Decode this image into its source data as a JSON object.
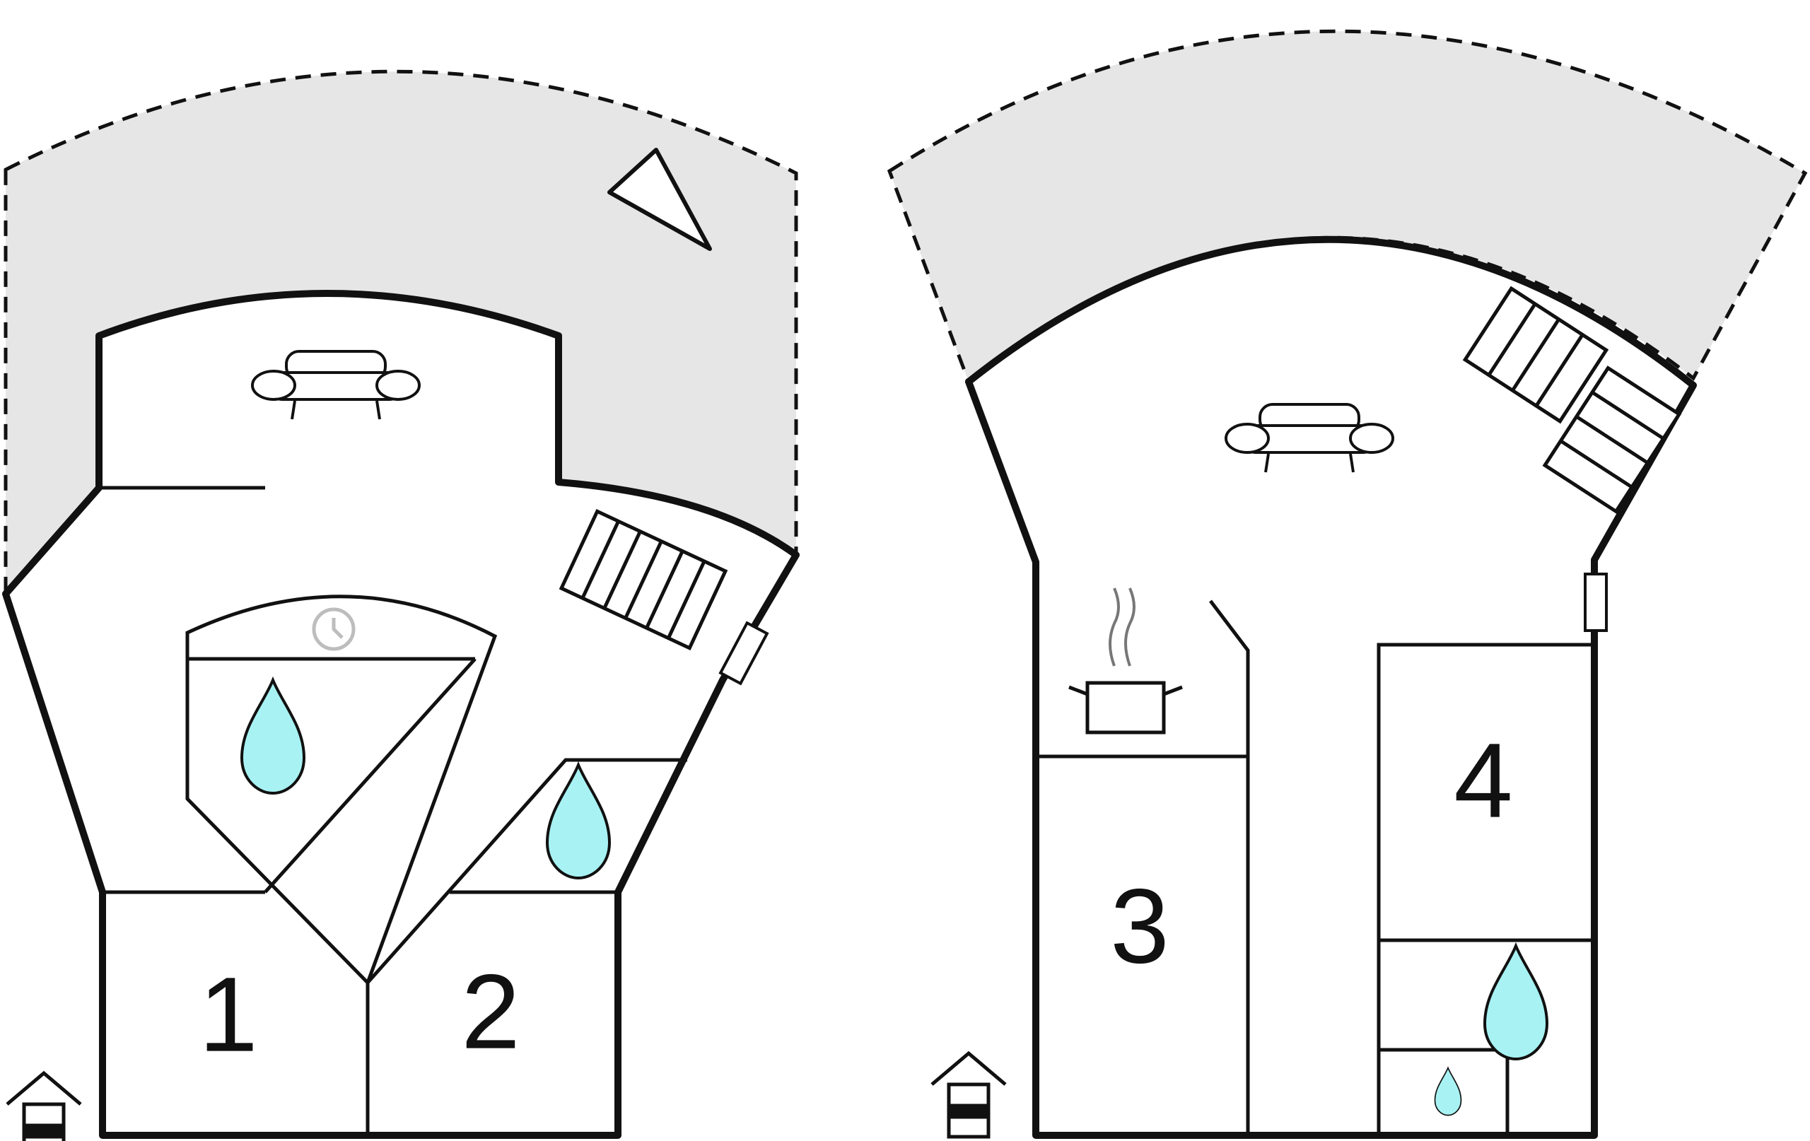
{
  "floors": [
    {
      "id": "floor-left",
      "rooms": [
        {
          "label": "1"
        },
        {
          "label": "2"
        }
      ]
    },
    {
      "id": "floor-right",
      "rooms": [
        {
          "label": "3"
        },
        {
          "label": "4"
        }
      ]
    }
  ],
  "colors": {
    "terrace_fill": "#e6e6e6",
    "wall": "#111111",
    "water": "#a8f2f3",
    "clock": "#bdbdbd",
    "background": "#ffffff"
  },
  "icons": [
    "sofa-icon",
    "stairs-icon",
    "clock-icon",
    "water-drop-icon",
    "cooking-pot-icon",
    "entrance-icon",
    "window-icon",
    "triangle-marker-icon"
  ]
}
